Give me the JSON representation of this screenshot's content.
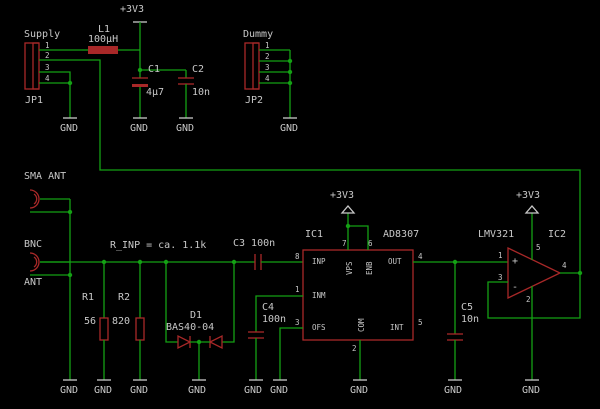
{
  "title": "",
  "labels": {
    "supply": "Supply",
    "jp1": "JP1",
    "dummy": "Dummy",
    "jp2": "JP2",
    "l1": "L1",
    "l1_val": "100µH",
    "v3_top": "+3V3",
    "c1": "C1",
    "c1_val": "4µ7",
    "c2": "C2",
    "c2_val": "10n",
    "sma1": "SMA ANT",
    "bnc1": "BNC",
    "bnc2": "ANT",
    "rinp": "R_INP = ca. 1.1k",
    "c3": "C3 100n",
    "r1": "R1",
    "r1_val": "56",
    "r2": "R2",
    "r2_val": "820",
    "d1": "D1",
    "d1_val": "BAS40-04",
    "c4": "C4",
    "c4_val": "100n",
    "ic1": "IC1",
    "ad8307": "AD8307",
    "v3_mid": "+3V3",
    "v3_right": "+3V3",
    "lmv321": "LMV321",
    "ic2": "IC2",
    "c5": "C5",
    "c5_val": "10n",
    "inp": "INP",
    "inm": "INM",
    "ofs": "OFS",
    "out": "OUT",
    "int": "INT",
    "vps": "VPS",
    "enb": "ENB",
    "com": "COM",
    "gnd": "GND"
  },
  "pins": {
    "jp": [
      "1",
      "2",
      "3",
      "4"
    ],
    "ad8307": {
      "inp": "8",
      "inm": "1",
      "ofs": "3",
      "com": "2",
      "out": "4",
      "int": "5",
      "vps": "7",
      "enb": "6"
    },
    "lmv": {
      "in_plus": "1",
      "in_minus": "3",
      "out": "4",
      "vcc": "5",
      "gnd": "2"
    }
  },
  "colors": {
    "wire": "#14a014",
    "part": "#a82828",
    "text": "#c8c8c8",
    "background": "#000000"
  }
}
